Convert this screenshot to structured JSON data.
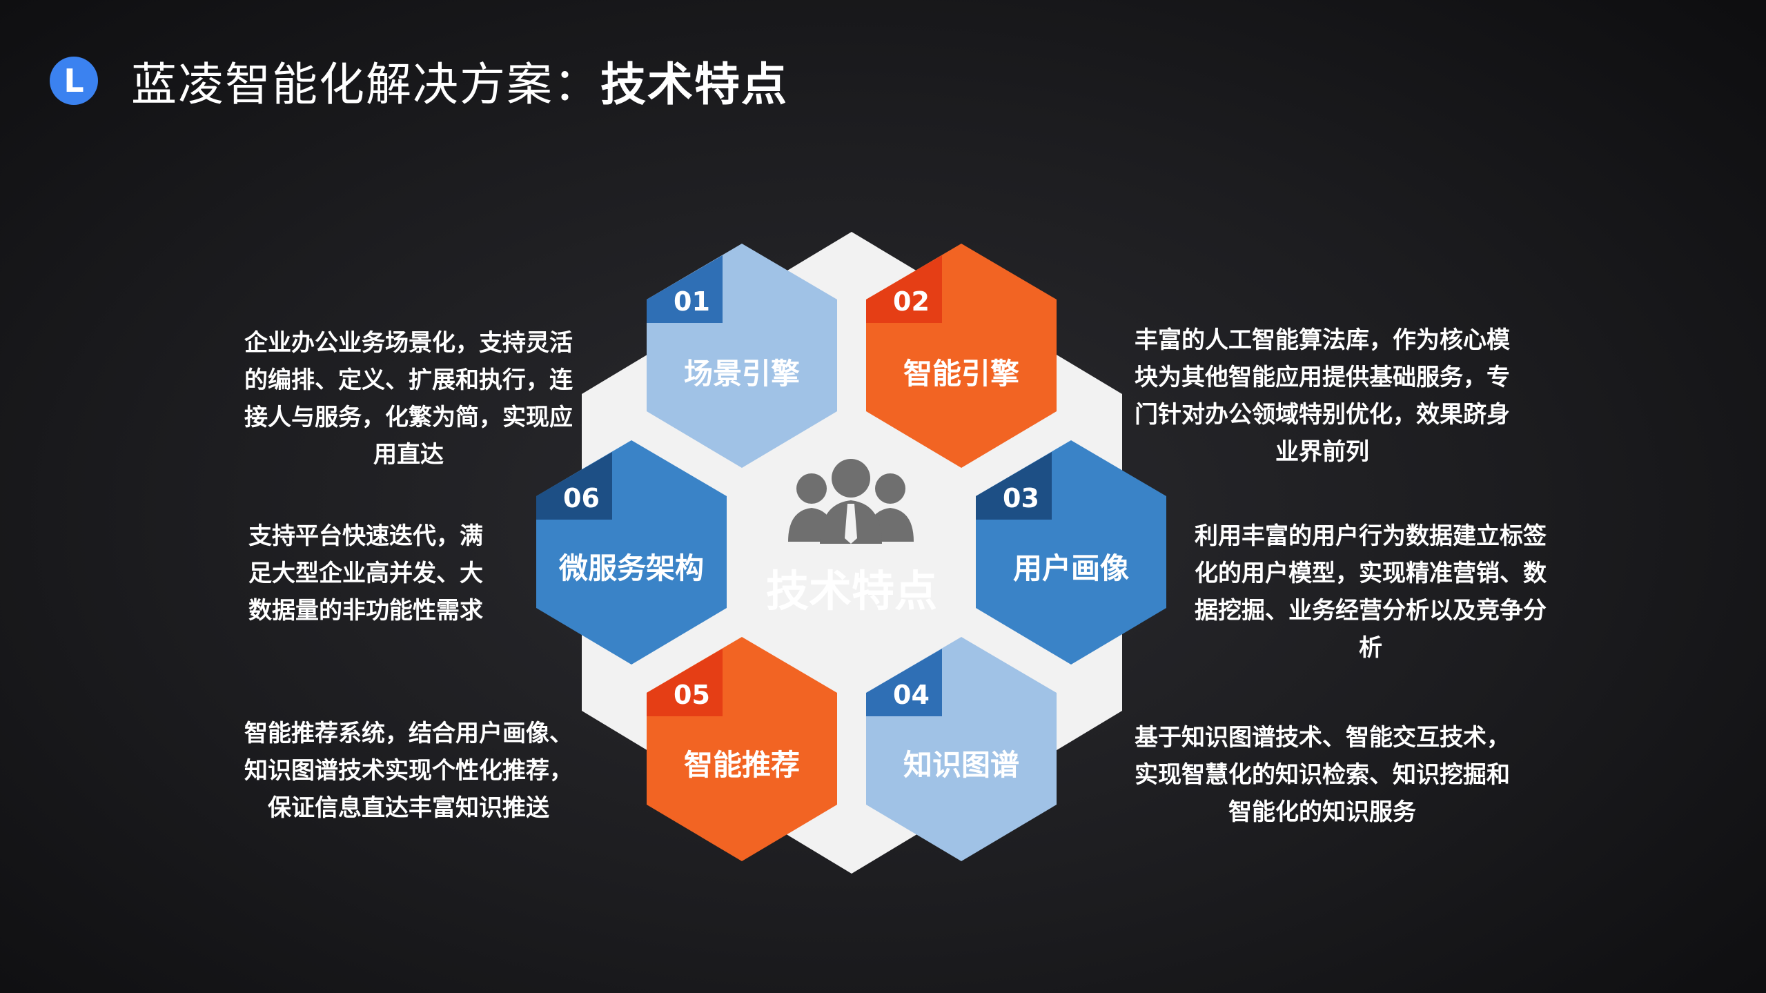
{
  "header": {
    "logo_letter": "L",
    "title_prefix": "蓝凌智能化解决方案：",
    "title_bold": "技术特点"
  },
  "center": {
    "label": "技术特点",
    "icon": "people-group-icon"
  },
  "colors": {
    "light_blue": "#a0c2e6",
    "mid_blue": "#3a83c7",
    "orange": "#f26423",
    "dark_blue_tag": "#1d4f85",
    "tag_blue": "#2f6fb5",
    "tag_red": "#e53e15",
    "center_hex": "#f2f2f2"
  },
  "features": [
    {
      "num": "01",
      "title": "场景引擎",
      "desc": "企业办公业务场景化，支持灵活的编排、定义、扩展和执行，连接人与服务，化繁为简，实现应用直达"
    },
    {
      "num": "02",
      "title": "智能引擎",
      "desc": "丰富的人工智能算法库，作为核心模块为其他智能应用提供基础服务，专门针对办公领域特别优化，效果跻身业界前列"
    },
    {
      "num": "03",
      "title": "用户画像",
      "desc": "利用丰富的用户行为数据建立标签化的用户模型，实现精准营销、数据挖掘、业务经营分析以及竞争分析"
    },
    {
      "num": "04",
      "title": "知识图谱",
      "desc": "基于知识图谱技术、智能交互技术，实现智慧化的知识检索、知识挖掘和智能化的知识服务"
    },
    {
      "num": "05",
      "title": "智能推荐",
      "desc": "智能推荐系统，结合用户画像、知识图谱技术实现个性化推荐，保证信息直达丰富知识推送"
    },
    {
      "num": "06",
      "title": "微服务架构",
      "desc": "支持平台快速迭代，满足大型企业高并发、大数据量的非功能性需求"
    }
  ]
}
